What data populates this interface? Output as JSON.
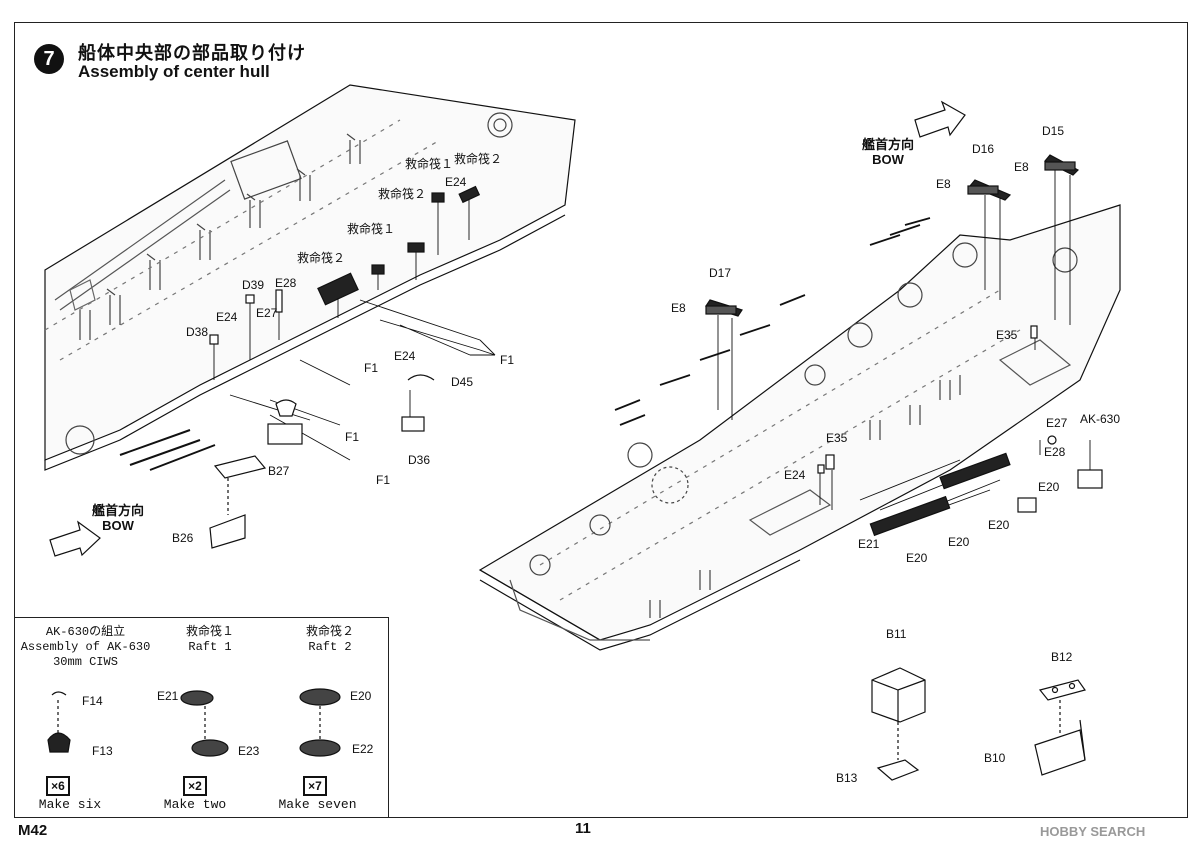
{
  "step": {
    "number": "7",
    "title_jp": "船体中央部の部品取り付け",
    "title_en": "Assembly of center hull"
  },
  "bow_left": {
    "jp": "艦首方向",
    "en": "BOW"
  },
  "bow_right": {
    "jp": "艦首方向",
    "en": "BOW"
  },
  "labels_left": {
    "raft1_a": "救命筏１",
    "raft2_a": "救命筏２",
    "raft2_b": "救命筏２",
    "raft1_b": "救命筏１",
    "raft2_c": "救命筏２",
    "e24_a": "E24",
    "d39": "D39",
    "e28": "E28",
    "e24_b": "E24",
    "e27": "E27",
    "d38": "D38",
    "e24_c": "E24",
    "d45": "D45",
    "f1_a": "F1",
    "f1_b": "F1",
    "f1_c": "F1",
    "f1_d": "F1",
    "d36": "D36",
    "b27": "B27",
    "b26": "B26"
  },
  "labels_right": {
    "d16": "D16",
    "d15": "D15",
    "e8_a": "E8",
    "e8_b": "E8",
    "d17": "D17",
    "e8_c": "E8",
    "e35_a": "E35",
    "e27": "E27",
    "ak630": "AK-630",
    "e28": "E28",
    "e35_b": "E35",
    "e24": "E24",
    "e20_a": "E20",
    "e20_b": "E20",
    "e20_c": "E20",
    "e20_d": "E20",
    "e21": "E21",
    "b11": "B11",
    "b12": "B12",
    "b13": "B13",
    "b10": "B10"
  },
  "sub_assemblies": {
    "ak630": {
      "jp": "AK-630の組立",
      "en1": "Assembly of AK-630",
      "en2": "30mm CIWS",
      "part_a": "F14",
      "part_b": "F13",
      "count": "×6",
      "make": "Make six"
    },
    "raft1": {
      "jp": "救命筏１",
      "en": "Raft 1",
      "part_a": "E21",
      "part_b": "E23",
      "count": "×2",
      "make": "Make two"
    },
    "raft2": {
      "jp": "救命筏２",
      "en": "Raft 2",
      "part_a": "E20",
      "part_b": "E22",
      "count": "×7",
      "make": "Make seven"
    }
  },
  "footer": {
    "code": "M42",
    "page": "11",
    "watermark": "HOBBY SEARCH"
  }
}
